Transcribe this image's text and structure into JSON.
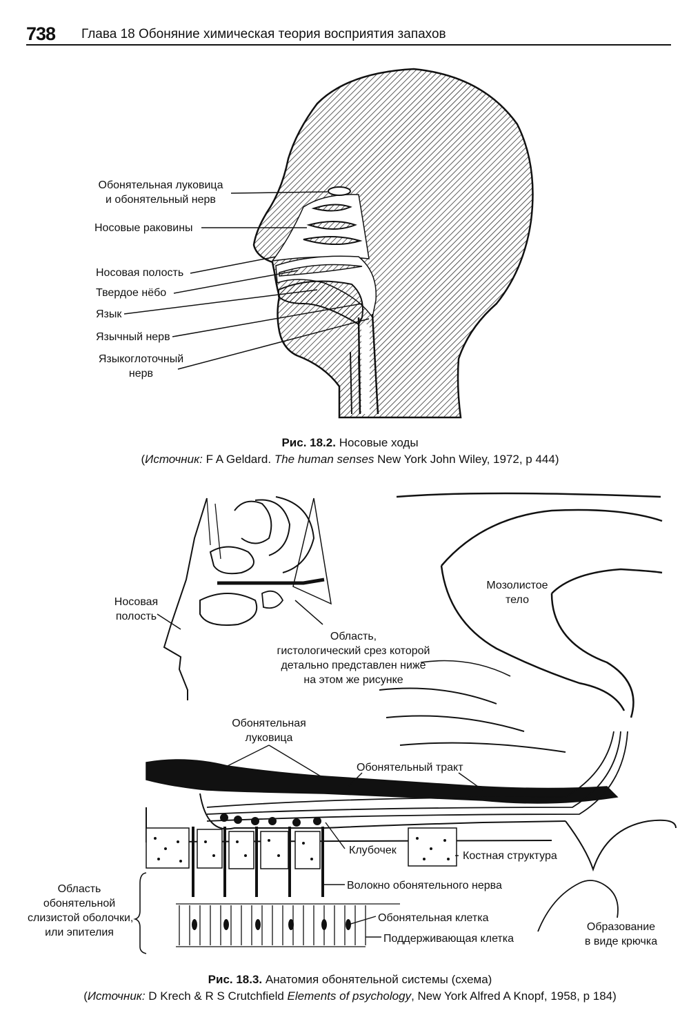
{
  "header": {
    "page_number": "738",
    "chapter_title": "Глава 18 Обоняние химическая теория восприятия запахов"
  },
  "figure1": {
    "labels": {
      "bulb_line1": "Обонятельная луковица",
      "bulb_line2": "и обонятельный нерв",
      "turbinates": "Носовые раковины",
      "nasal_cavity": "Носовая полость",
      "hard_palate": "Твердое нёбо",
      "tongue": "Язык",
      "lingual_nerve": "Язычный нерв",
      "glosso_line1": "Языкоглоточный",
      "glosso_line2": "нерв"
    },
    "caption": {
      "label": "Рис. 18.2.",
      "title": "Носовые ходы",
      "source_prefix": "(",
      "source_label": "Источник:",
      "source_author": "F A Geldard.",
      "source_book": "The human senses",
      "source_rest": "New York John Wiley, 1972, p 444)"
    }
  },
  "figure2": {
    "labels": {
      "nasal_line1": "Носовая",
      "nasal_line2": "полость",
      "corpus_line1": "Мозолистое",
      "corpus_line2": "тело",
      "area_line1": "Область,",
      "area_line2": "гистологический срез которой",
      "area_line3": "детально представлен ниже",
      "area_line4": "на этом же рисунке",
      "bulb_line1": "Обонятельная",
      "bulb_line2": "луковица",
      "tract": "Обонятельный тракт",
      "glomerulus": "Клубочек",
      "bone": "Костная структура",
      "mucosa_line1": "Область",
      "mucosa_line2": "обонятельной",
      "mucosa_line3": "слизистой оболочки,",
      "mucosa_line4": "или эпителия",
      "nerve_fiber": "Волокно обонятельного нерва",
      "olfactory_cell": "Обонятельная клетка",
      "supporting_cell": "Поддерживающая клетка",
      "hook_line1": "Образование",
      "hook_line2": "в виде крючка"
    },
    "caption": {
      "label": "Рис. 18.3.",
      "title": "Анатомия обонятельной системы (схема)",
      "source_prefix": "(",
      "source_label": "Источник:",
      "source_author": "D Krech & R S Crutchfield",
      "source_book": "Elements of psychology",
      "source_rest": ", New York Alfred A Knopf, 1958, p 184)"
    }
  },
  "colors": {
    "ink": "#111111",
    "paper": "#ffffff"
  }
}
